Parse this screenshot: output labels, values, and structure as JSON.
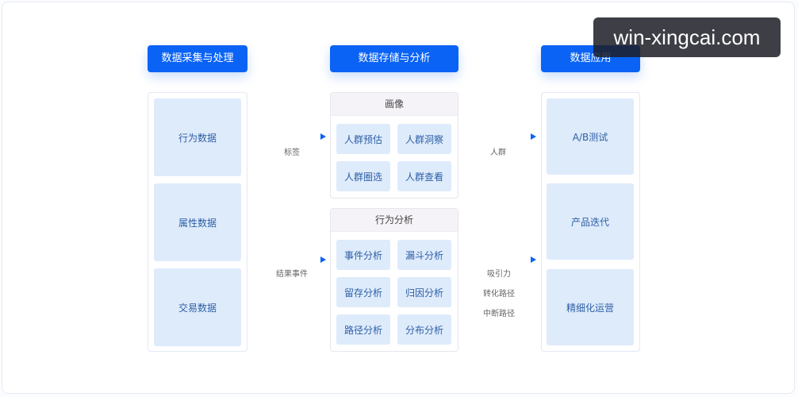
{
  "columns": {
    "collect": {
      "title": "数据采集与处理",
      "items": [
        "行为数据",
        "属性数据",
        "交易数据"
      ]
    },
    "storage": {
      "title": "数据存储与分析",
      "profile": {
        "title": "画像",
        "items": [
          "人群预估",
          "人群洞察",
          "人群圈选",
          "人群查看"
        ]
      },
      "behavior": {
        "title": "行为分析",
        "items": [
          "事件分析",
          "漏斗分析",
          "留存分析",
          "归因分析",
          "路径分析",
          "分布分析"
        ]
      }
    },
    "application": {
      "title": "数据应用",
      "items": [
        "A/B测试",
        "产品迭代",
        "精细化运营"
      ]
    }
  },
  "connectors": {
    "tags": "标签",
    "result_events": "结果事件",
    "crowd": "人群",
    "attraction": "吸引力",
    "conversion_path": "转化路径",
    "break_path": "中断路径"
  },
  "watermark": "win-xingcai.com",
  "colors": {
    "accent": "#0a63f5",
    "tile": "#deebfb",
    "tile_text": "#2d5fa6"
  }
}
